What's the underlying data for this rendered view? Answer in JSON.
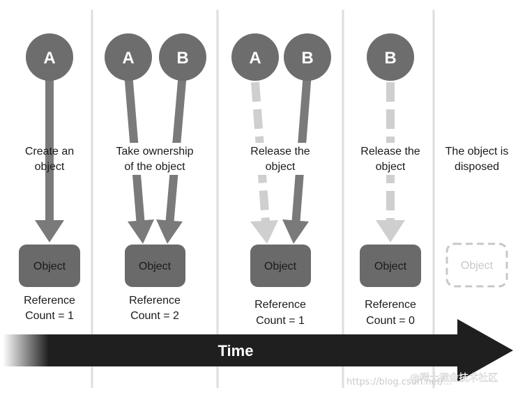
{
  "stages": [
    {
      "caption": [
        "Create an",
        "object"
      ],
      "object_label": "Object",
      "refcount": [
        "Reference",
        "Count = 1"
      ]
    },
    {
      "caption": [
        "Take ownership",
        "of the object"
      ],
      "object_label": "Object",
      "refcount": [
        "Reference",
        "Count = 2"
      ]
    },
    {
      "caption": [
        "Release the",
        "object"
      ],
      "object_label": "Object",
      "refcount": [
        "Reference",
        "Count = 1"
      ]
    },
    {
      "caption": [
        "Release the",
        "object"
      ],
      "object_label": "Object",
      "refcount": [
        "Reference",
        "Count = 0"
      ]
    },
    {
      "caption": [
        "The object is",
        "disposed"
      ],
      "object_label": "Object"
    }
  ],
  "owners": {
    "a": "A",
    "b": "B"
  },
  "timeline": {
    "label": "Time"
  },
  "watermark": {
    "url": "https://blog.csdn.net/...",
    "brand": "@稀土掘金技术社区"
  },
  "colors": {
    "circle": "#6d6d6d",
    "arrow": "#7a7a7a",
    "released": "#cfcfcf",
    "object_box": "#6a6a6a",
    "timeline": "#1f1f1f",
    "divider": "#dedede"
  }
}
